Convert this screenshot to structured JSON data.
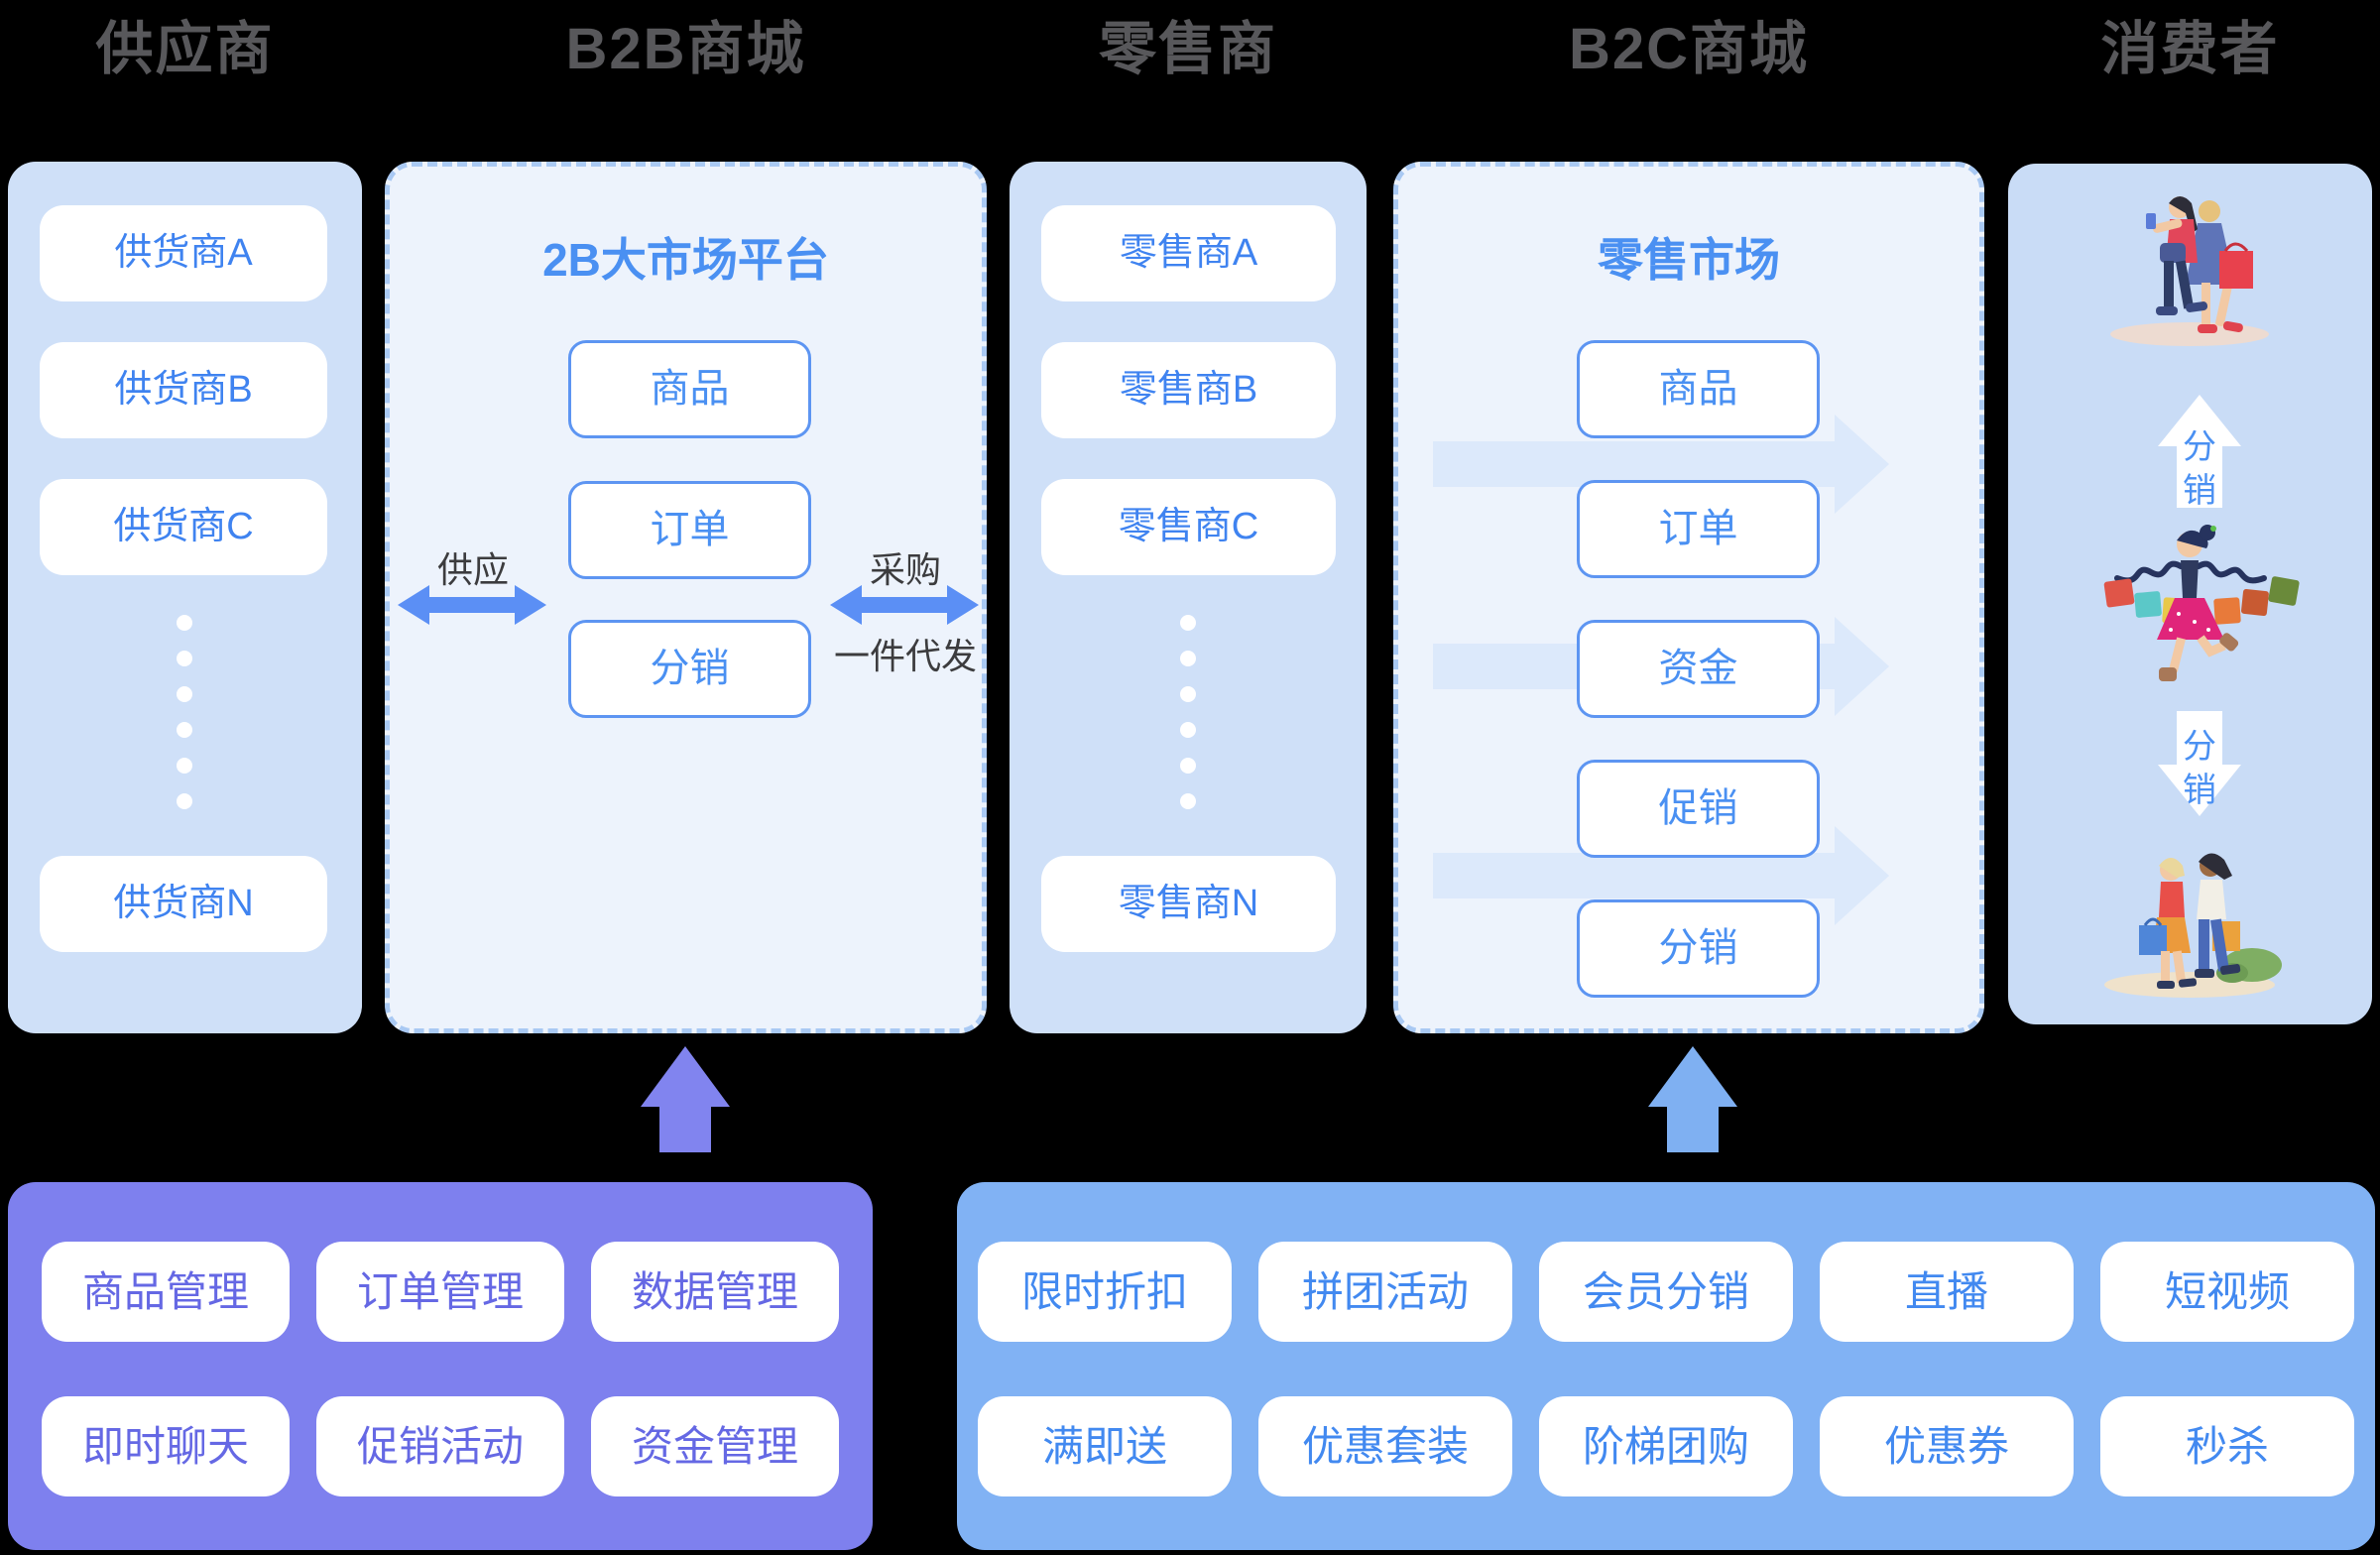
{
  "headers": {
    "supplier": "供应商",
    "b2b_mall": "B2B商城",
    "retailer": "零售商",
    "b2c_mall": "B2C商城",
    "consumer": "消费者"
  },
  "supplier_column": {
    "items": [
      "供货商A",
      "供货商B",
      "供货商C",
      "供货商N"
    ]
  },
  "b2b_platform": {
    "title": "2B大市场平台",
    "modules": [
      "商品",
      "订单",
      "分销"
    ],
    "supply_label": "供应",
    "purchase_label": "采购",
    "dropship_label": "一件代发"
  },
  "retailer_column": {
    "items": [
      "零售商A",
      "零售商B",
      "零售商C",
      "零售商N"
    ]
  },
  "b2c_market": {
    "title": "零售市场",
    "modules": [
      "商品",
      "订单",
      "资金",
      "促销",
      "分销"
    ]
  },
  "consumer_column": {
    "up_arrow_label": [
      "分",
      "销"
    ],
    "down_arrow_label": [
      "分",
      "销"
    ],
    "illustrations": [
      "two-shoppers-walking",
      "shopper-with-many-bags",
      "two-shoppers-with-bags"
    ]
  },
  "b2b_backend": {
    "row1": [
      "商品管理",
      "订单管理",
      "数据管理"
    ],
    "row2": [
      "即时聊天",
      "促销活动",
      "资金管理"
    ]
  },
  "b2c_backend": {
    "row1": [
      "限时折扣",
      "拼团活动",
      "会员分销",
      "直播",
      "短视频"
    ],
    "row2": [
      "满即送",
      "优惠套装",
      "阶梯团购",
      "优惠券",
      "秒杀"
    ]
  },
  "colors": {
    "background": "#000000",
    "header_text": "#58585b",
    "light_panel": "#cfe0f8",
    "dashed_panel_fill": "#edf3fc",
    "dashed_border": "#a9c9f3",
    "accent_blue": "#4a90f2",
    "pill_text": "#3f83f0",
    "flow_arrow_light": "#dce9fb",
    "double_arrow": "#5b8ff5",
    "purple_panel": "#7e80ee",
    "purple_text": "#6568e4",
    "blue_panel": "#81b2f4",
    "blue_text": "#4289f0",
    "dark_label": "#3c3c3e"
  }
}
